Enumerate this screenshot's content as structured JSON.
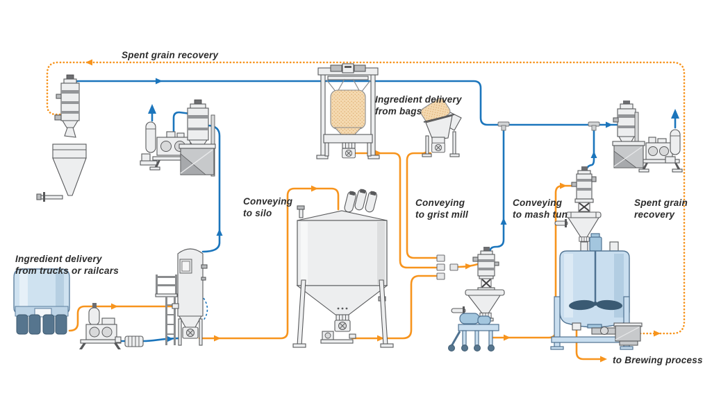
{
  "diagram": {
    "title_none": "",
    "labels": {
      "top_recovery": "Spent grain recovery",
      "bags": [
        "Ingredient delivery",
        "from bags"
      ],
      "trucks": [
        "Ingredient delivery",
        "from trucks or railcars"
      ],
      "silo": [
        "Conveying",
        "to silo"
      ],
      "grist": [
        "Conveying",
        "to grist mill"
      ],
      "mash": [
        "Conveying",
        "to mash tun"
      ],
      "recovery_right": [
        "Spent grain",
        "recovery"
      ],
      "brewing": "to Brewing process"
    },
    "colors": {
      "material_line": "#F7941D",
      "air_line": "#1B75BC",
      "spent_grain_line_dotted": "#F7941D",
      "text": "#2B2B2B",
      "equipment_fill": "#EDEEEF",
      "equipment_outline": "#58595B",
      "tank_blue": "#C9DEEF",
      "bag_tan": "#F4D9B0"
    }
  }
}
